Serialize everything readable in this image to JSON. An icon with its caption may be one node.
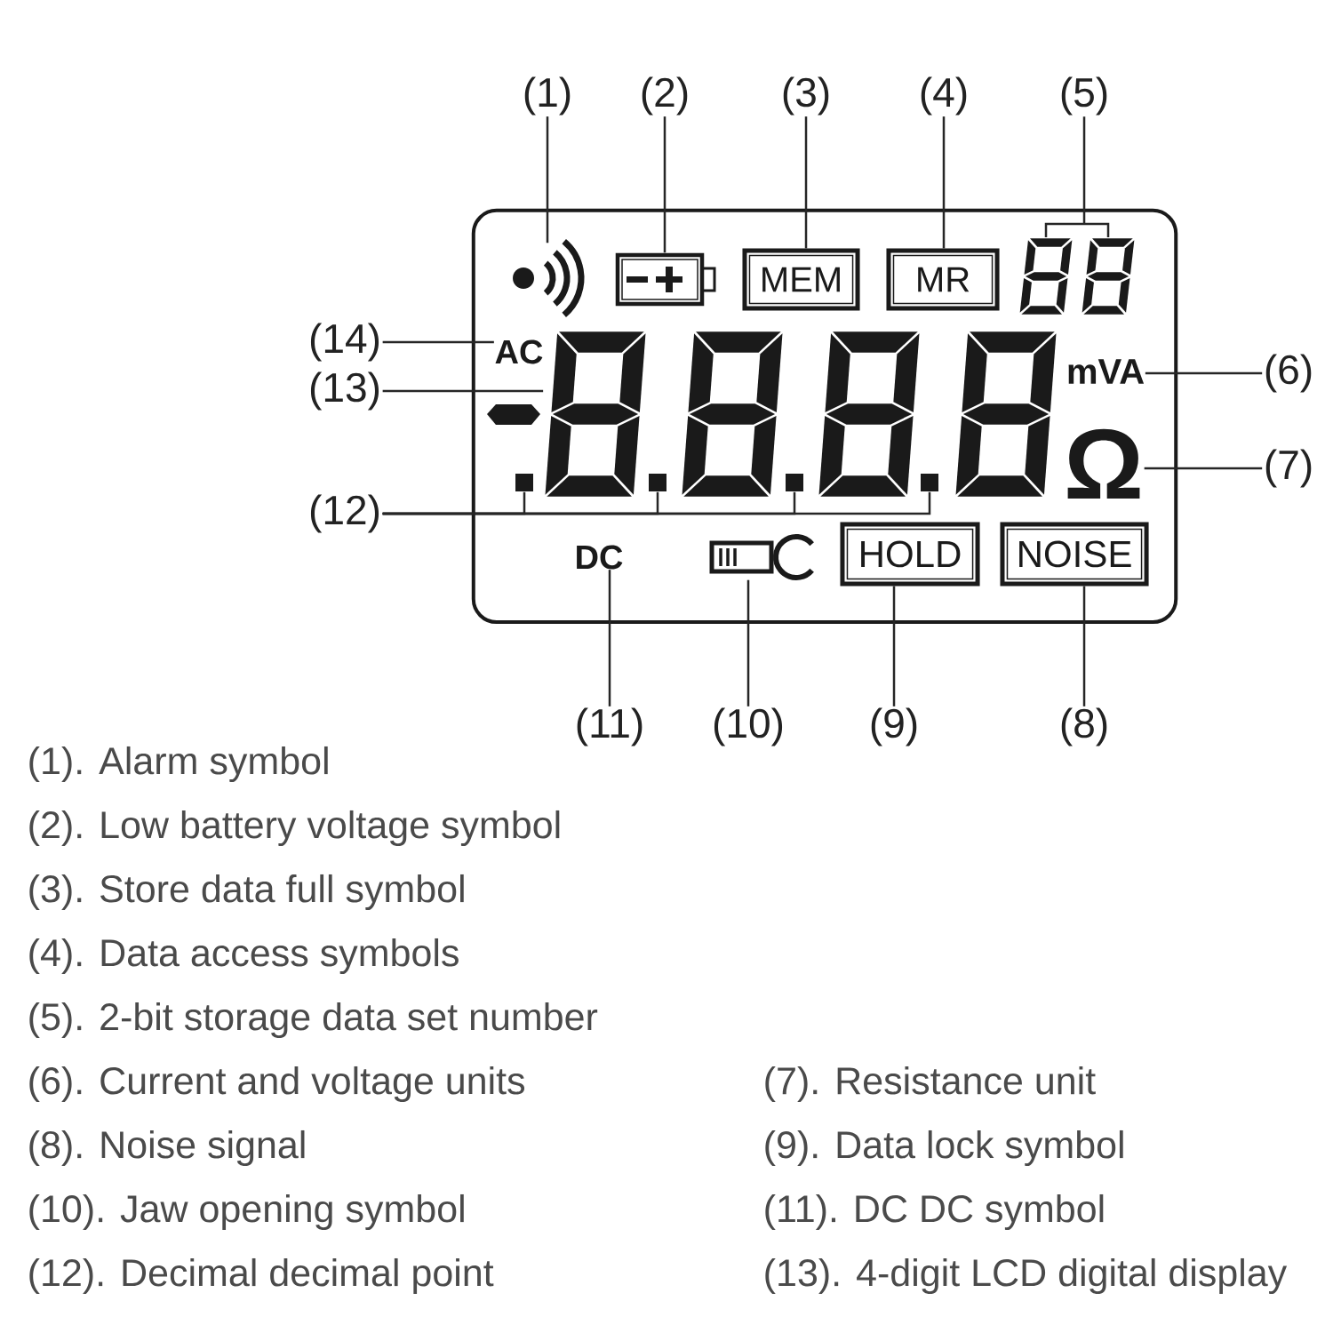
{
  "diagram": {
    "nodes": [
      {
        "text": [
          "(1)"
        ]
      },
      {
        "text": [
          "(2)"
        ]
      },
      {
        "text": [
          "(3)"
        ]
      },
      {
        "text": [
          "(4)"
        ]
      },
      {
        "text": [
          "(5)"
        ]
      },
      {
        "text": [],
        "shape": "box"
      },
      {
        "text": [],
        "shape": "picture",
        "in": 5
      },
      {
        "text": [],
        "shape": "picture",
        "in": 5
      },
      {
        "text": [
          "MEM"
        ],
        "in": 5
      },
      {
        "text": [
          "MR"
        ],
        "in": 5
      },
      {
        "text": [],
        "shape": "picture",
        "in": 5
      },
      {
        "text": [
          "(14)"
        ]
      },
      {
        "text": [
          "AC"
        ],
        "in": 5
      },
      {
        "text": [
          "(13)"
        ]
      },
      {
        "text": [],
        "shape": "picture",
        "in": 5
      },
      {
        "text": [
          "mVA"
        ],
        "in": 5
      },
      {
        "text": [
          "(6)"
        ]
      },
      {
        "text": [
          "Ω"
        ],
        "in": 5
      },
      {
        "text": [
          "(7)"
        ]
      },
      {
        "text": [],
        "shape": "box",
        "in": 5
      },
      {
        "text": [],
        "shape": "box",
        "in": 14
      },
      {
        "text": [],
        "shape": "box",
        "in": 14
      },
      {
        "text": [],
        "shape": "box",
        "in": 14
      },
      {
        "text": [
          "(12)"
        ]
      },
      {
        "text": [
          "DC"
        ],
        "in": 5
      },
      {
        "text": [],
        "shape": "picture",
        "in": 5
      },
      {
        "text": [
          "HOLD"
        ],
        "in": 5
      },
      {
        "text": [
          "NOISE"
        ],
        "in": 5
      },
      {
        "text": [
          "(11)"
        ]
      },
      {
        "text": [
          "(10)"
        ]
      },
      {
        "text": [
          "(9)"
        ]
      },
      {
        "text": [
          "(8)"
        ]
      }
    ],
    "edges": [
      {
        "from": 0,
        "to": 6,
        "arrow": "none"
      },
      {
        "from": 1,
        "to": 7,
        "arrow": "none"
      },
      {
        "from": 2,
        "to": 8,
        "arrow": "none"
      },
      {
        "from": 3,
        "to": 9,
        "arrow": "none"
      },
      {
        "from": 4,
        "to": 10,
        "arrow": "none"
      },
      {
        "from": 11,
        "to": 12,
        "arrow": "none"
      },
      {
        "from": 13,
        "to": 14,
        "arrow": "none"
      },
      {
        "from": 16,
        "to": 15,
        "arrow": "none"
      },
      {
        "from": 18,
        "to": 17,
        "arrow": "none"
      },
      {
        "from": 23,
        "to": 19,
        "arrow": "none"
      },
      {
        "from": 23,
        "to": 20,
        "arrow": "none"
      },
      {
        "from": 23,
        "to": 21,
        "arrow": "none"
      },
      {
        "from": 23,
        "to": 22,
        "arrow": "none"
      },
      {
        "from": 28,
        "to": 24,
        "arrow": "none"
      },
      {
        "from": 29,
        "to": 25,
        "arrow": "none"
      },
      {
        "from": 30,
        "to": 26,
        "arrow": "none"
      },
      {
        "from": 31,
        "to": 27,
        "arrow": "none"
      }
    ],
    "labels": [
      "(1). Alarm symbol",
      "(2). Low battery voltage symbol",
      "(3). Store data full symbol",
      "(4). Data access symbols",
      "(5). 2-bit storage data set number",
      "(6). Current and voltage units",
      "(7). Resistance unit",
      "(8). Noise signal",
      "(9). Data lock symbol",
      "(10). Jaw opening symbol",
      "(11). DC DC symbol",
      "(12). Decimal decimal point",
      "(13). 4-digit LCD digital display"
    ]
  }
}
